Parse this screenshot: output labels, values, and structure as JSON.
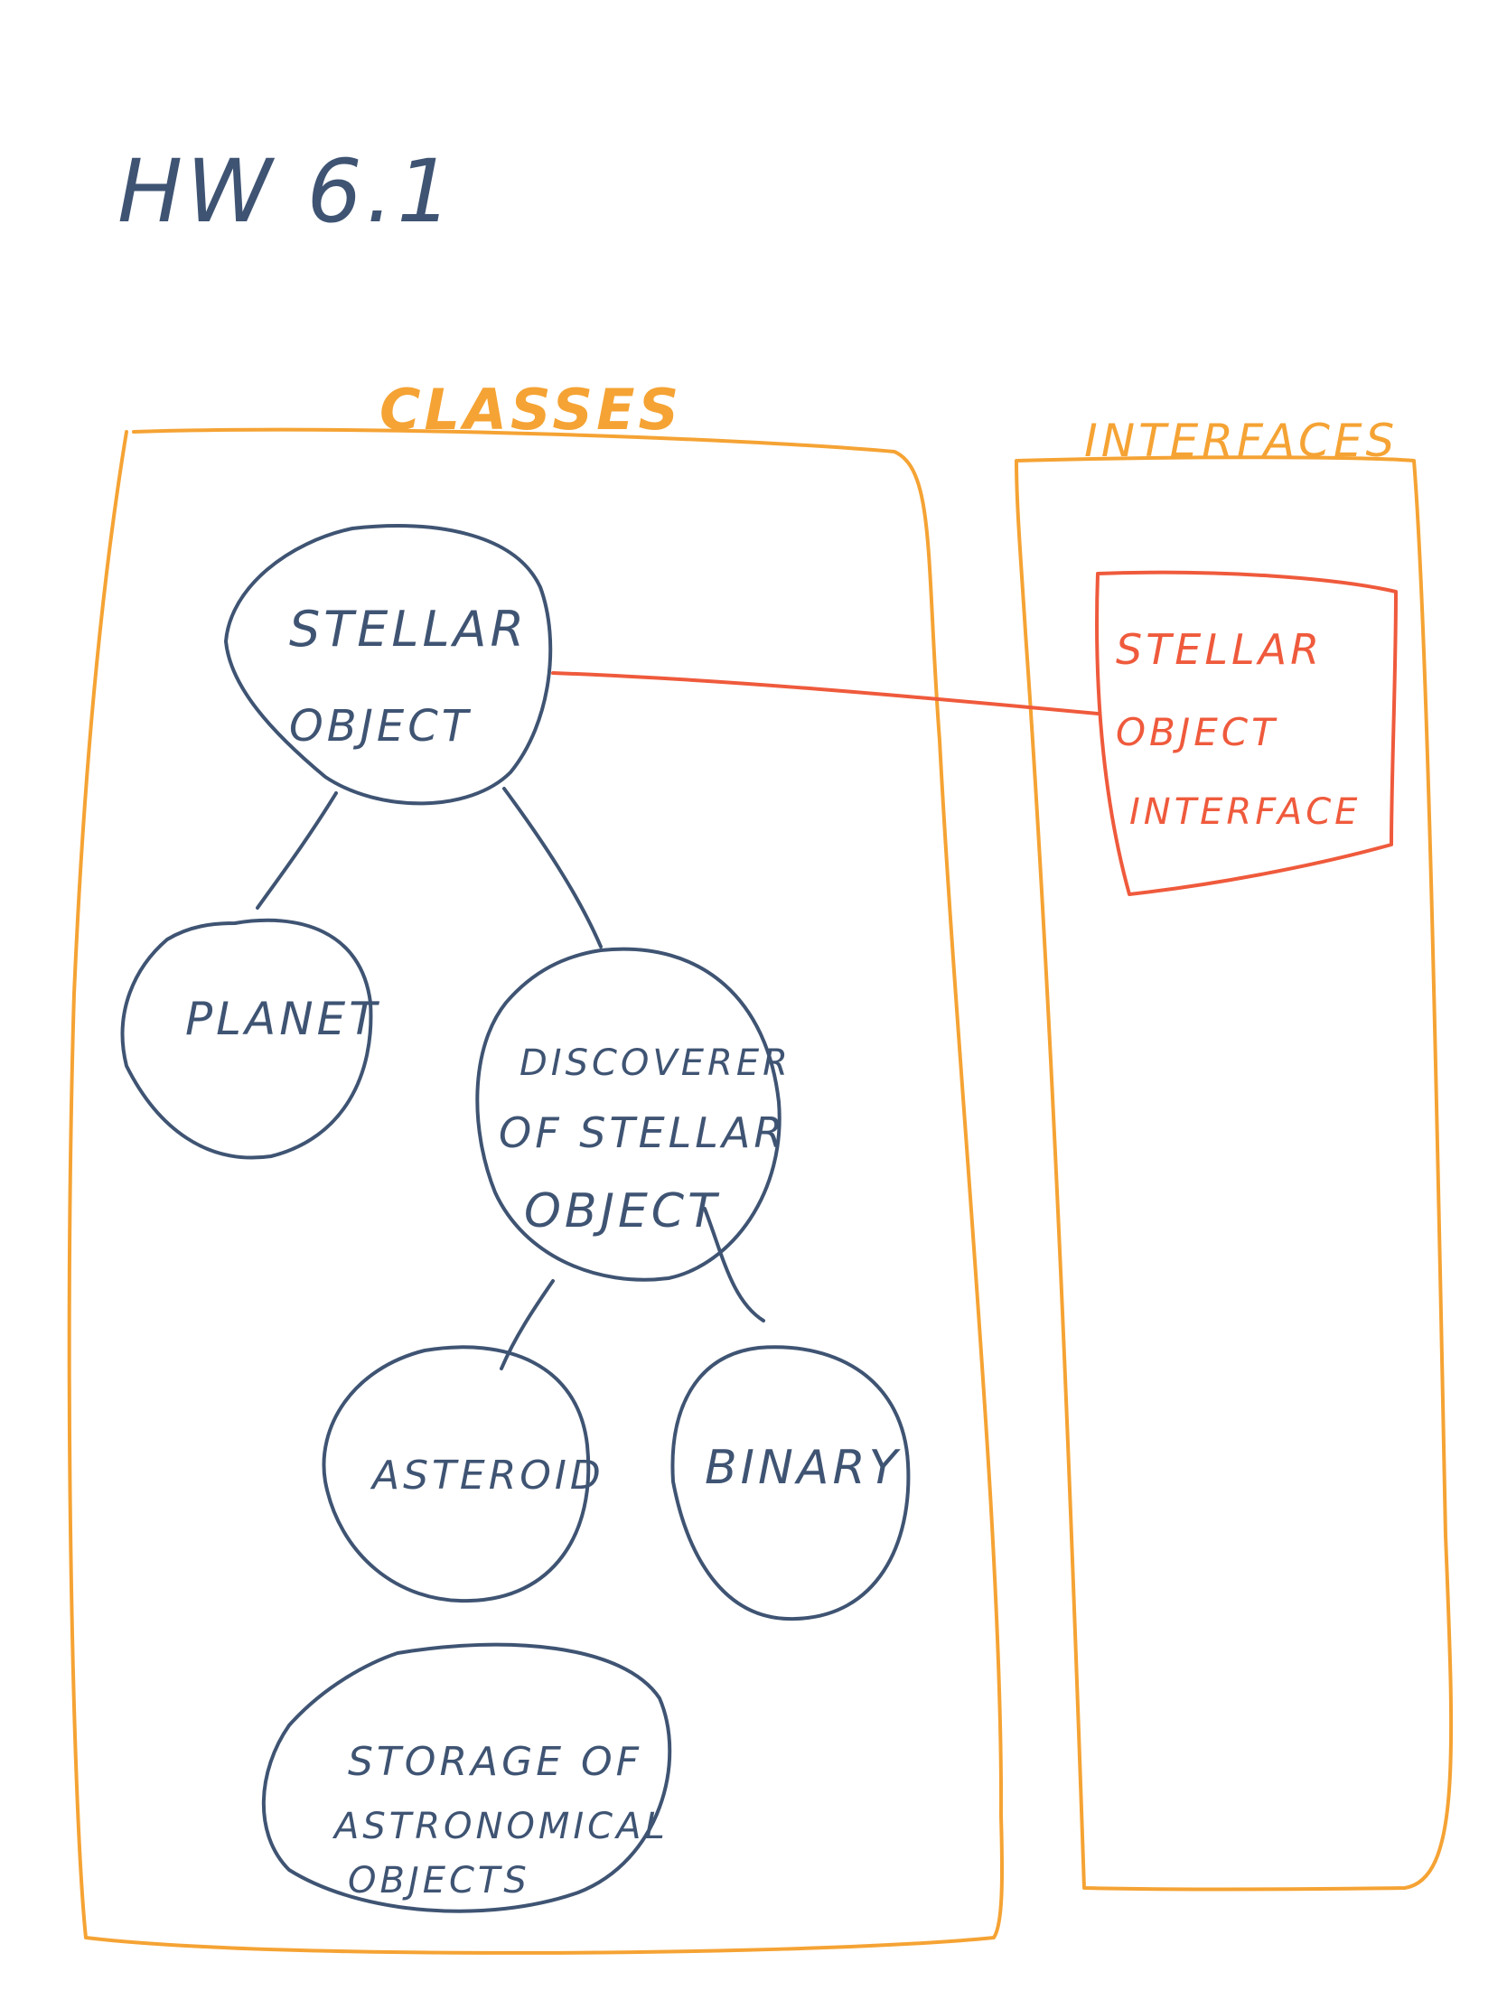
{
  "title": "HW 6.1",
  "colors": {
    "ink": "#3f5473",
    "section": "#f5a334",
    "interface": "#ef5a3c",
    "background": "#ffffff"
  },
  "sections": {
    "classes_label": "CLASSES",
    "interfaces_label": "INTERFACES"
  },
  "classes": {
    "stellar_object": [
      "STELLAR",
      "OBJECT"
    ],
    "planet": [
      "PLANET"
    ],
    "discoverer": [
      "DISCOVERER",
      "OF STELLAR",
      "OBJECT"
    ],
    "asteroid": [
      "ASTEROID"
    ],
    "binary": [
      "BINARY"
    ],
    "storage": [
      "STORAGE OF",
      "ASTRONOMICAL",
      "OBJECTS"
    ]
  },
  "interfaces": {
    "stellar_object_interface": [
      "STELLAR",
      "OBJECT",
      "INTERFACE"
    ]
  }
}
